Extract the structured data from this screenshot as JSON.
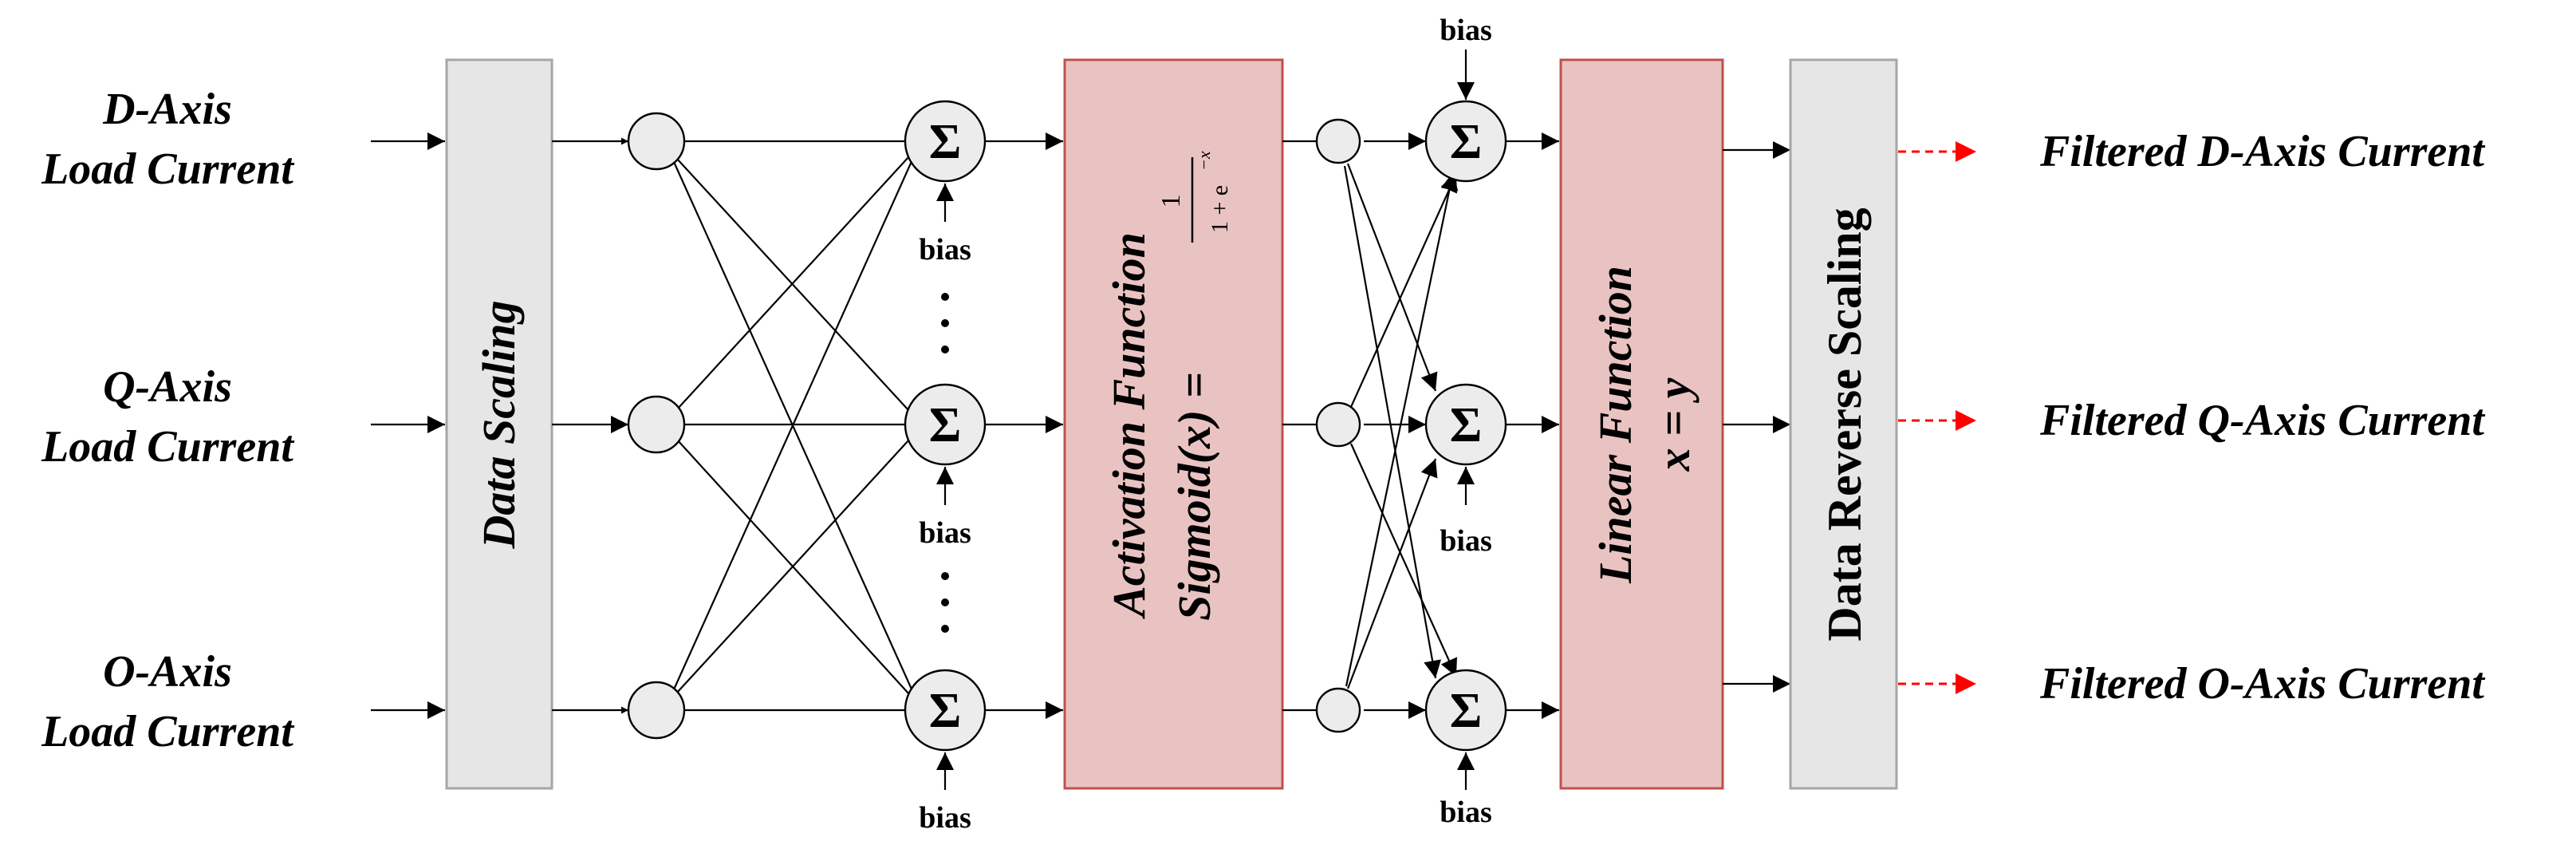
{
  "inputs": [
    {
      "line1": "D-Axis",
      "line2": "Load Current"
    },
    {
      "line1": "Q-Axis",
      "line2": "Load Current"
    },
    {
      "line1": "O-Axis",
      "line2": "Load Current"
    }
  ],
  "data_scaling_label": "Data Scaling",
  "sum_symbol": "Σ",
  "bias_label": "bias",
  "ellipsis": "⋮",
  "activation": {
    "title": "Activation Function",
    "formula_prefix": "Sigmoid(x) =",
    "numerator": "1",
    "denominator_base": "1 + e",
    "denominator_exp": "−x"
  },
  "linear": {
    "title": "Linear Function",
    "formula": "x = y"
  },
  "reverse_scaling_label": "Data Reverse Scaling",
  "outputs": [
    "Filtered D-Axis Current",
    "Filtered Q-Axis Current",
    "Filtered O-Axis Current"
  ],
  "colors": {
    "scaling_fill": "#e6e6e6",
    "scaling_stroke": "#a6a6a6",
    "function_fill": "#e9c3c2",
    "function_stroke": "#c0504d",
    "output_arrow": "#ff0000"
  }
}
